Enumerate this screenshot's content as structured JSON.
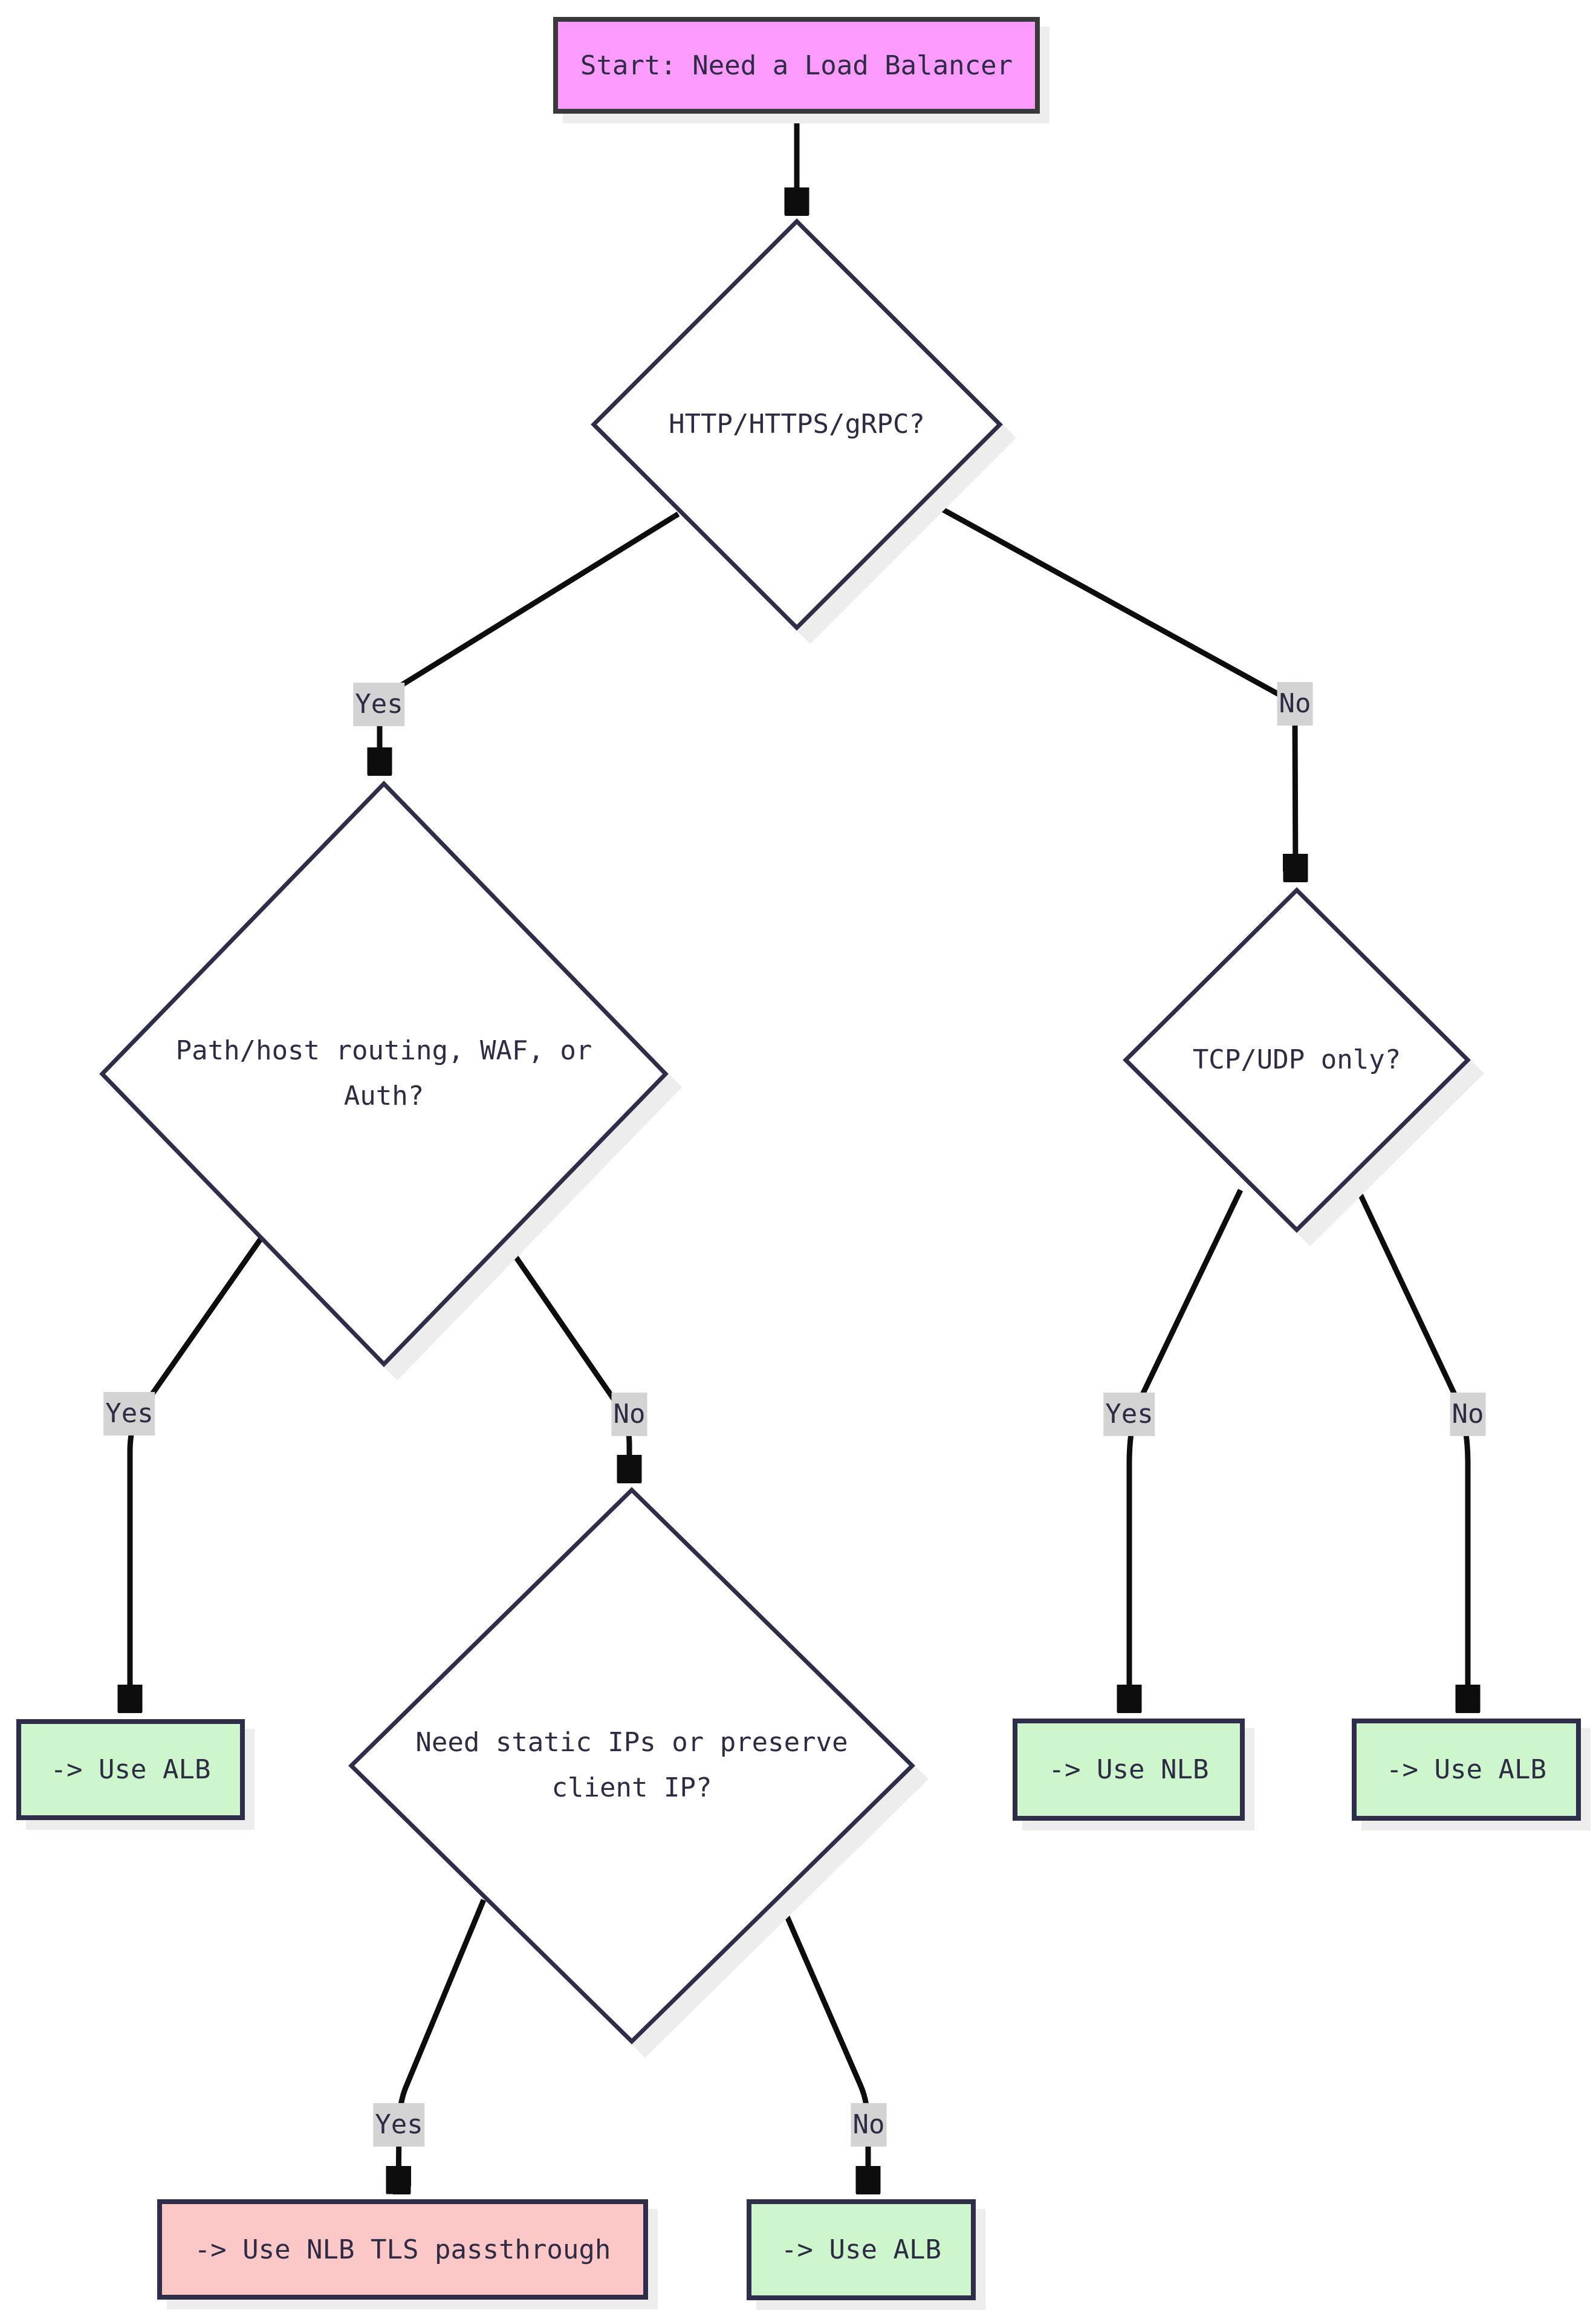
{
  "theme": {
    "background": "#ffffff",
    "line_color": "#0d0d0d",
    "node_border": "#2e2e4a",
    "start_border": "#3a3a3a",
    "start_fill": "#fb9bfb",
    "decision_fill": "#ffffff",
    "result_fill": "#cdf6cc",
    "warn_fill": "#fbc7c7",
    "edge_label_bg": "#d3d3d3",
    "text_color": "#2e2b44",
    "shadow": "#ededed"
  },
  "nodes": {
    "start": {
      "label": "Start: Need a Load Balancer"
    },
    "q_protocol": {
      "label": "HTTP/HTTPS/gRPC?"
    },
    "q_routing": {
      "label": "Path/host routing, WAF, or Auth?"
    },
    "q_tcpudp": {
      "label": "TCP/UDP only?"
    },
    "q_staticip": {
      "label": "Need static IPs or preserve client IP?"
    },
    "r_alb_left": {
      "label": "-> Use ALB"
    },
    "r_nlb": {
      "label": "-> Use NLB"
    },
    "r_alb_right": {
      "label": "-> Use ALB"
    },
    "r_nlb_tls": {
      "label": "-> Use NLB TLS passthrough"
    },
    "r_alb_bottom": {
      "label": "-> Use ALB"
    }
  },
  "edge_labels": {
    "protocol_yes": "Yes",
    "protocol_no": "No",
    "routing_yes": "Yes",
    "routing_no": "No",
    "tcpudp_yes": "Yes",
    "tcpudp_no": "No",
    "staticip_yes": "Yes",
    "staticip_no": "No"
  }
}
